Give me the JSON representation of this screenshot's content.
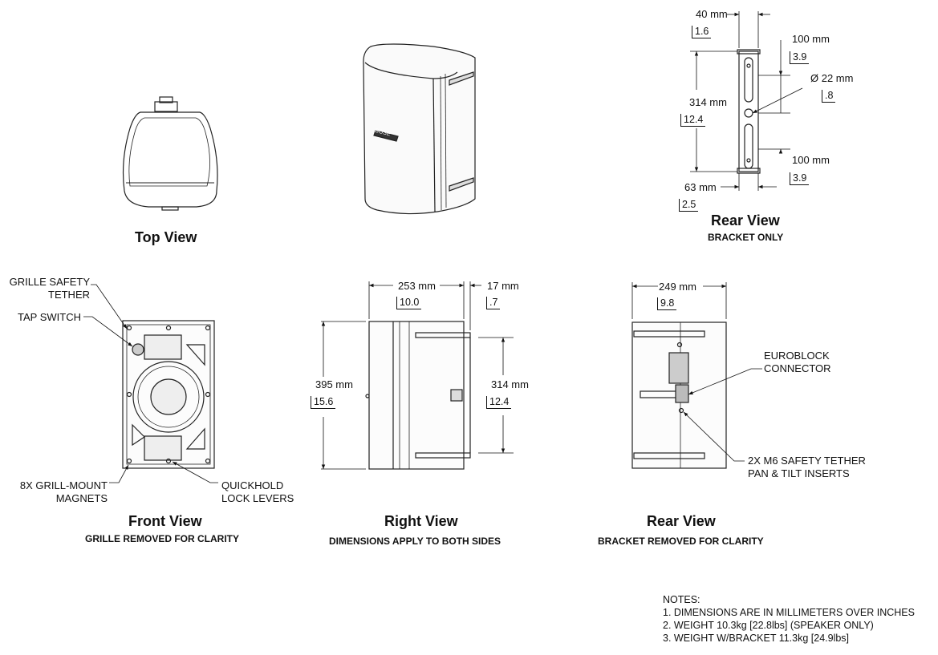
{
  "views": {
    "top": {
      "title": "Top View"
    },
    "rear_bracket": {
      "title": "Rear View",
      "subtitle": "BRACKET ONLY"
    },
    "front": {
      "title": "Front View",
      "subtitle": "GRILLE REMOVED FOR CLARITY"
    },
    "right": {
      "title": "Right View",
      "subtitle": "DIMENSIONS APPLY TO BOTH SIDES"
    },
    "rear": {
      "title": "Rear View",
      "subtitle": "BRACKET REMOVED FOR CLARITY"
    }
  },
  "bracket_dims": {
    "width_top": {
      "mm": "40 mm",
      "in": "1.6"
    },
    "slot_upper": {
      "mm": "100 mm",
      "in": "3.9"
    },
    "hole_dia": {
      "mm": "Ø 22 mm",
      "in": ".8"
    },
    "height": {
      "mm": "314 mm",
      "in": "12.4"
    },
    "slot_lower": {
      "mm": "100 mm",
      "in": "3.9"
    },
    "width_bottom": {
      "mm": "63 mm",
      "in": "2.5"
    }
  },
  "front_callouts": {
    "tether_1": "GRILLE SAFETY",
    "tether_2": "TETHER",
    "tap": "TAP SWITCH",
    "magnets_1": "8X GRILL-MOUNT",
    "magnets_2": "MAGNETS",
    "levers_1": "QUICKHOLD",
    "levers_2": "LOCK LEVERS"
  },
  "right_dims": {
    "depth": {
      "mm": "253 mm",
      "in": "10.0"
    },
    "offset": {
      "mm": "17 mm",
      "in": ".7"
    },
    "height": {
      "mm": "395 mm",
      "in": "15.6"
    },
    "bracket": {
      "mm": "314 mm",
      "in": "12.4"
    }
  },
  "rear_dims": {
    "width": {
      "mm": "249 mm",
      "in": "9.8"
    },
    "euro_1": "EUROBLOCK",
    "euro_2": "CONNECTOR",
    "inserts_1": "2X M6 SAFETY TETHER",
    "inserts_2": "PAN & TILT INSERTS"
  },
  "brand_mark": "BOSE",
  "notes": {
    "heading": "NOTES:",
    "items": [
      "1. DIMENSIONS ARE IN MILLIMETERS OVER INCHES",
      "2. WEIGHT 10.3kg [22.8lbs] (SPEAKER ONLY)",
      "3. WEIGHT W/BRACKET 11.3kg [24.9lbs]"
    ]
  }
}
